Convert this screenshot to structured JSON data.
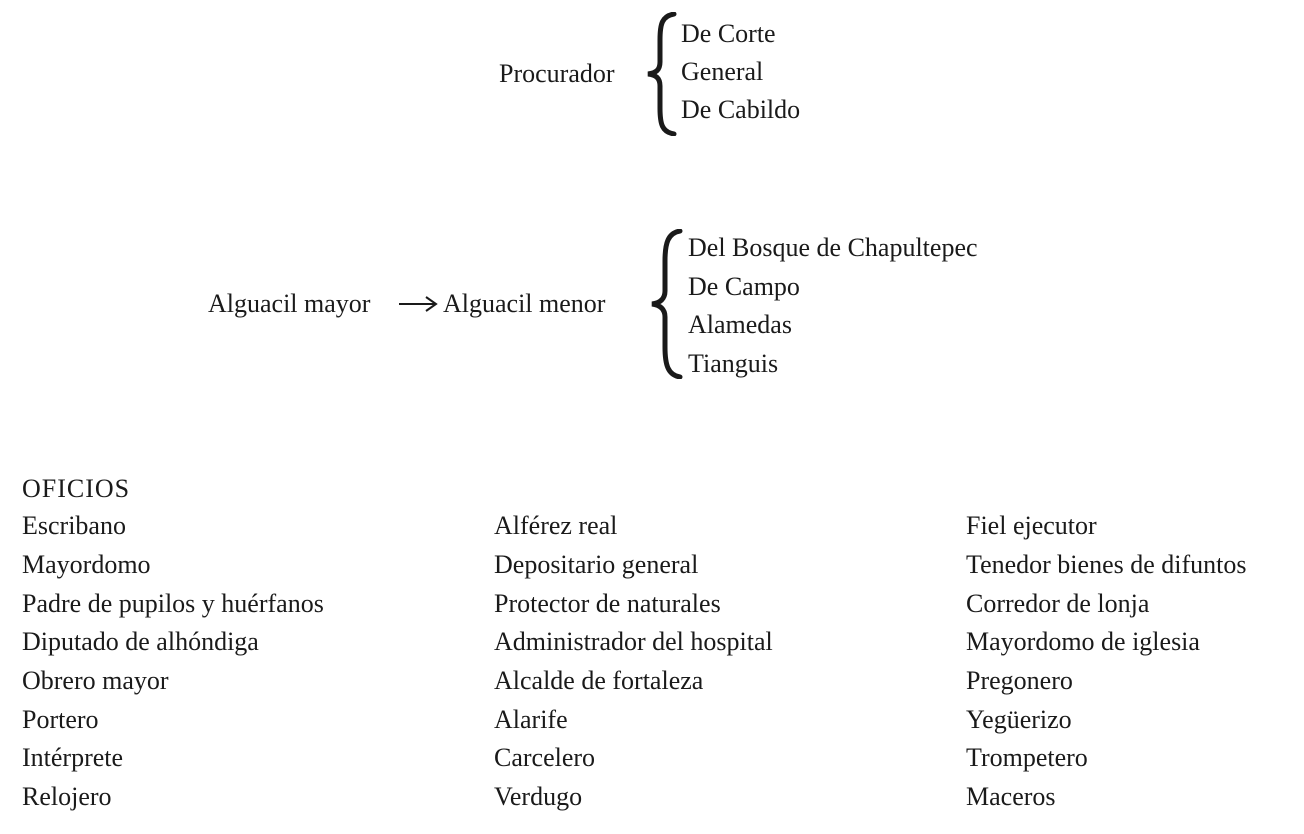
{
  "procurador": {
    "label": "Procurador",
    "items": [
      "De Corte",
      "General",
      "De Cabildo"
    ]
  },
  "alguacil": {
    "mayor": "Alguacil mayor",
    "menor": "Alguacil menor",
    "items": [
      "Del Bosque de Chapultepec",
      "De Campo",
      "Alamedas",
      "Tianguis"
    ]
  },
  "oficios": {
    "heading": "OFICIOS",
    "columns": [
      [
        "Escribano",
        "Mayordomo",
        "Padre de pupilos y huérfanos",
        "Diputado de alhóndiga",
        "Obrero mayor",
        "Portero",
        "Intérprete",
        "Relojero"
      ],
      [
        "Alférez real",
        "Depositario general",
        "Protector de naturales",
        "Administrador del hospital",
        "Alcalde de fortaleza",
        "Alarife",
        "Carcelero",
        "Verdugo"
      ],
      [
        "Fiel ejecutor",
        "Tenedor bienes de difuntos",
        "Corredor de lonja",
        "Mayordomo de iglesia",
        "Pregonero",
        "Yegüerizo",
        "Trompetero",
        "Maceros"
      ]
    ]
  }
}
